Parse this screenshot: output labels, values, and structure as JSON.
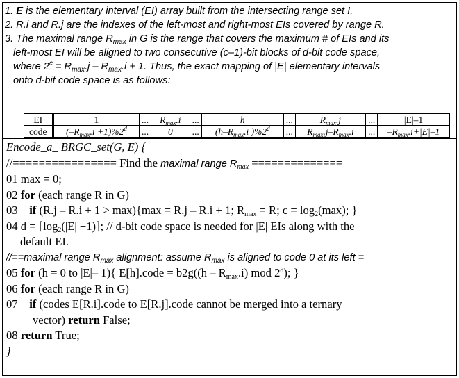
{
  "notes": {
    "n1": {
      "num": "1.",
      "E": "E",
      "text": " is the elementary interval (EI) array built from the intersecting range set ",
      "I": "I",
      "end": "."
    },
    "n2": "2. R.i and R.j are the indexes of the left-most and right-most EIs covered by range R.",
    "n3": {
      "l1": "3. The maximal range R",
      "l1b": " in G is the range that covers the maximum # of EIs and its",
      "l2": "left-most EI will be aligned to two consecutive (c–1)-bit blocks of d-bit code space,",
      "l3a": "where 2",
      "l3b": " = R",
      "l3c": ".j – R",
      "l3d": ".i + 1. Thus, the exact mapping of |E| elementary intervals",
      "l4": "onto d-bit code space is as follows:",
      "sup_c": "c",
      "sub_max": "max"
    }
  },
  "table": {
    "row1": [
      "EI",
      "1",
      "...",
      "R.i",
      "...",
      "h",
      "...",
      "R.j",
      "...",
      "|E|–1"
    ],
    "row2": [
      "code",
      "(–R.i +1)%2^d",
      "...",
      "0",
      "...",
      "(h–R.i )%2^d",
      "...",
      "R.j–R.i",
      "...",
      "–R.i+|E|–1"
    ]
  },
  "algo": {
    "header": "Encode_a_ BRGC_set(G, E) {",
    "comment1_a": "//================ Find the ",
    "comment1_b": "maximal range R",
    "comment1_c": " ==============",
    "l01": "01 max = 0;",
    "l02a": "02 ",
    "l02for": "for",
    "l02b": " (each range R in G)",
    "l03a": "03    ",
    "l03if": "if",
    "l03b": " (R.j – R.i + 1 > max){max = R.j – R.i + 1; R",
    "l03c": " = R; c = log",
    "l03d": "(max); }",
    "l04a": "04 d = ⌈log",
    "l04b": "(|E| +1)⌉; // d-bit code space is needed for |E| EIs along with the",
    "l04c": "default EI.",
    "comment2_a": "//==maximal range R",
    "comment2_b": " alignment: assume R",
    "comment2_c": " is aligned to code 0 at its left =",
    "l05a": "05 ",
    "l05for": "for",
    "l05b": " (h = 0 to |E|– 1){ E[h].code = b2g((h – R",
    "l05c": ".i) mod 2",
    "l05d": "); }",
    "l06a": "06 ",
    "l06for": "for",
    "l06b": " (each range R in G)",
    "l07a": "07    ",
    "l07if": "if",
    "l07b": " (codes E[R.i].code to E[R.j].code cannot be merged into a ternary",
    "l07c": "vector) ",
    "l07ret": "return",
    "l07d": " False;",
    "l08a": "08 ",
    "l08ret": "return",
    "l08b": " True;",
    "close": "}",
    "sub_max": "max",
    "sub_2": "2",
    "sup_d": "d"
  }
}
